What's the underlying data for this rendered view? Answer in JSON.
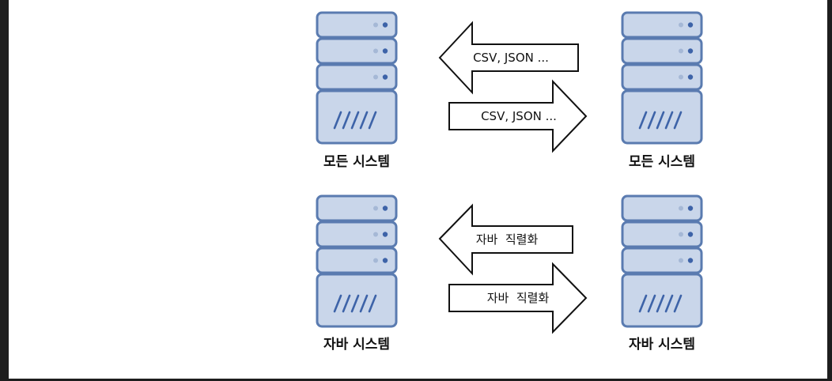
{
  "colors": {
    "server_fill": "#c9d6ea",
    "server_stroke": "#5a7bb0",
    "led_light": "#a5b8d6",
    "led_dark": "#3d63a8",
    "arrow_fill": "#ffffff",
    "arrow_stroke": "#111111"
  },
  "rows": [
    {
      "left_server_label": "모든 시스템",
      "right_server_label": "모든 시스템",
      "arrow_left_label": "CSV, JSON ...",
      "arrow_right_label": "CSV, JSON ..."
    },
    {
      "left_server_label": "자바 시스템",
      "right_server_label": "자바 시스템",
      "arrow_left_label": "자바  직렬화",
      "arrow_right_label": "자바  직렬화"
    }
  ]
}
